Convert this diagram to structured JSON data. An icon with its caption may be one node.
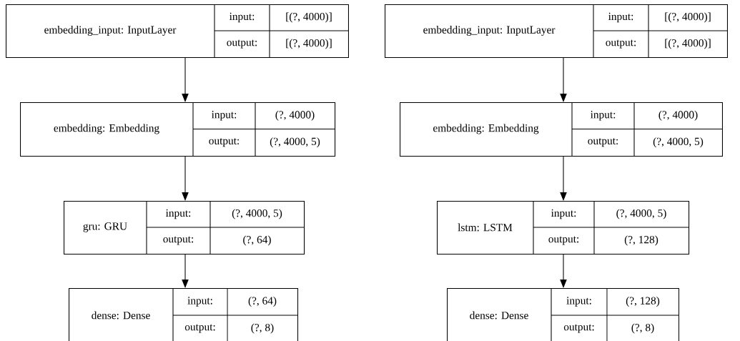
{
  "diagram": {
    "nodes": [
      {
        "text": [
          "embedding_input: InputLayer",
          "input:",
          "[(?, 4000)]",
          "output:",
          "[(?, 4000)]"
        ]
      },
      {
        "text": [
          "embedding: Embedding",
          "input:",
          "(?, 4000)",
          "output:",
          "(?, 4000, 5)"
        ]
      },
      {
        "text": [
          "gru: GRU",
          "input:",
          "(?, 4000, 5)",
          "output:",
          "(?, 64)"
        ]
      },
      {
        "text": [
          "dense: Dense",
          "input:",
          "(?, 64)",
          "output:",
          "(?, 8)"
        ]
      },
      {
        "text": [
          "embedding_input: InputLayer",
          "input:",
          "[(?, 4000)]",
          "output:",
          "[(?, 4000)]"
        ]
      },
      {
        "text": [
          "embedding: Embedding",
          "input:",
          "(?, 4000)",
          "output:",
          "(?, 4000, 5)"
        ]
      },
      {
        "text": [
          "lstm: LSTM",
          "input:",
          "(?, 4000, 5)",
          "output:",
          "(?, 128)"
        ]
      },
      {
        "text": [
          "dense: Dense",
          "input:",
          "(?, 128)",
          "output:",
          "(?, 8)"
        ]
      }
    ],
    "edges": [
      {
        "from": 0,
        "to": 1,
        "arrow": "to"
      },
      {
        "from": 1,
        "to": 2,
        "arrow": "to"
      },
      {
        "from": 2,
        "to": 3,
        "arrow": "to"
      },
      {
        "from": 4,
        "to": 5,
        "arrow": "to"
      },
      {
        "from": 5,
        "to": 6,
        "arrow": "to"
      },
      {
        "from": 6,
        "to": 7,
        "arrow": "to"
      }
    ]
  }
}
